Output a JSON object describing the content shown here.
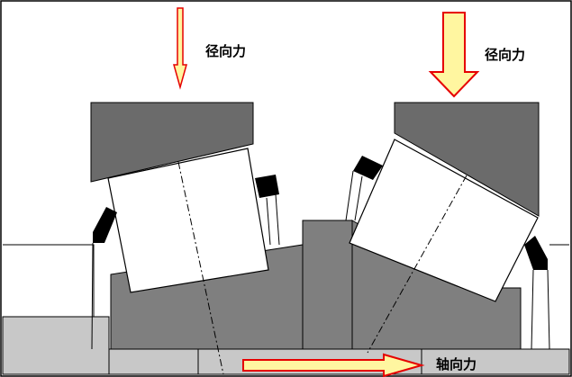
{
  "labels": {
    "radial_force_left": "径向力",
    "radial_force_right": "径向力",
    "axial_force": "轴向力"
  },
  "colors": {
    "outline": "#000000",
    "housing_fill": "#ffffff",
    "dark_ring": "#6b6b6b",
    "mid_gray": "#7f7f7f",
    "light_gray": "#c8c8c8",
    "roller_fill": "#ffffff",
    "seal": "#000000",
    "arrow_fill": "#fff6a0",
    "arrow_stroke": "#e60000"
  }
}
